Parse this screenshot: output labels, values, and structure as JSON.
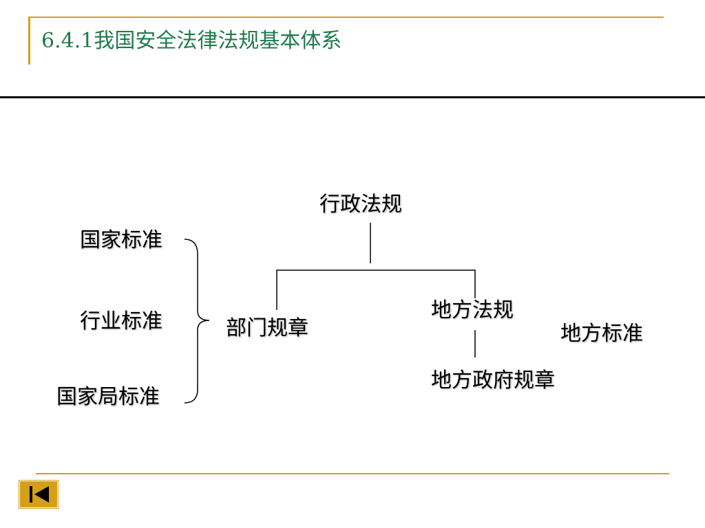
{
  "header": {
    "title": "6.4.1我国安全法律法规基本体系"
  },
  "diagram": {
    "administrative_regulations": "行政法规",
    "national_standards": "国家标准",
    "industry_standards": "行业标准",
    "bureau_standards": "国家局标准",
    "departmental_rules": "部门规章",
    "local_regulations": "地方法规",
    "local_standards": "地方标准",
    "local_government_rules": "地方政府规章"
  },
  "footer": {
    "nav_icon": "skip-back-icon"
  },
  "colors": {
    "accent": "#d4a017",
    "title": "#1f7a4d",
    "text": "#000000"
  }
}
